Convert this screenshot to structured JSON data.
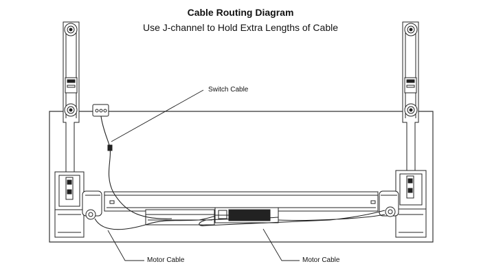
{
  "header": {
    "title": "Cable Routing Diagram",
    "subtitle": "Use J-channel to Hold Extra Lengths of Cable"
  },
  "callouts": {
    "switch_cable": "Switch Cable",
    "motor_cable_left": "Motor Cable",
    "motor_cable_right": "Motor Cable"
  }
}
